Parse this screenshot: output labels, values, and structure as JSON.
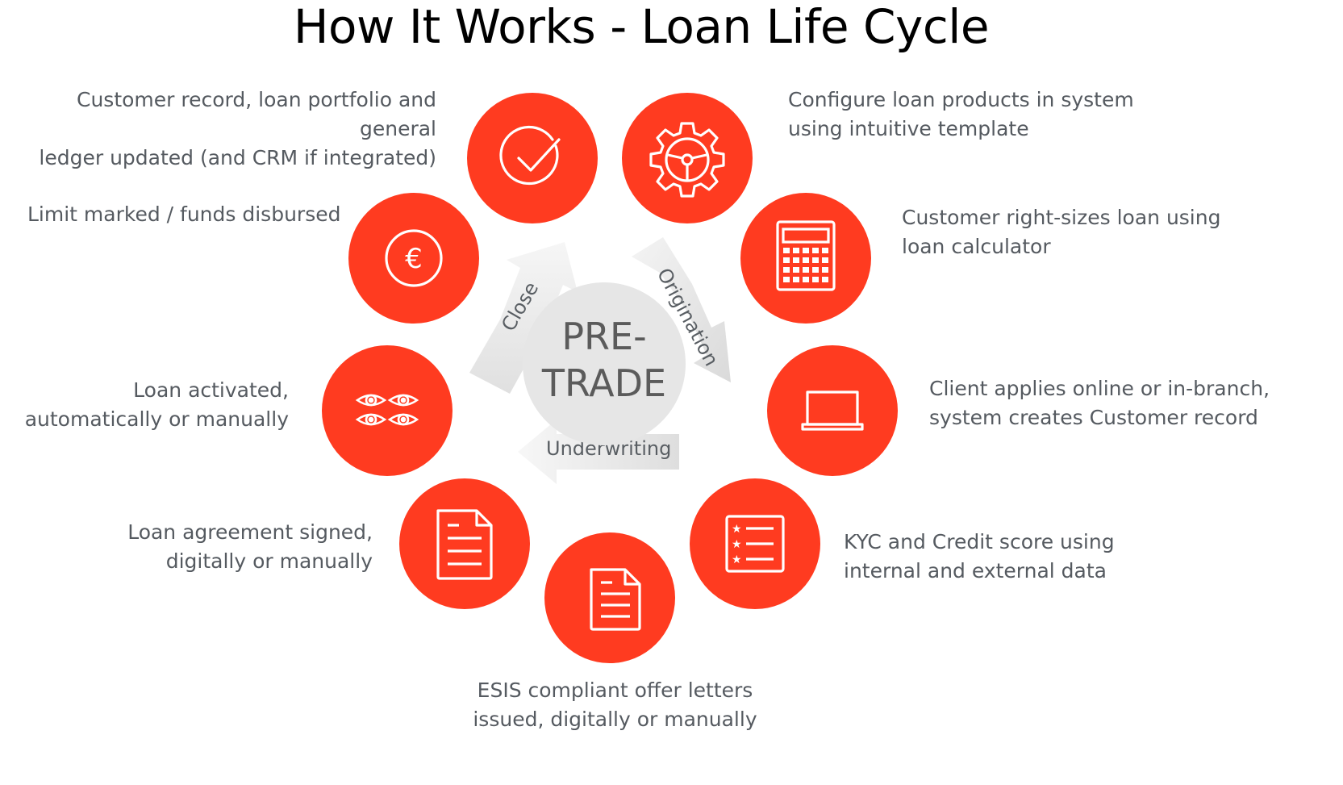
{
  "title": "How It Works - Loan Life Cycle",
  "hub": {
    "text": "PRE-\nTRADE"
  },
  "cycle_arrows": {
    "close": "Close",
    "origination": "Origination",
    "underwriting": "Underwriting"
  },
  "steps": [
    {
      "icon": "gear-icon",
      "text": "Configure loan products in system\nusing intuitive template"
    },
    {
      "icon": "calculator-icon",
      "text": "Customer right-sizes loan using\nloan calculator"
    },
    {
      "icon": "laptop-icon",
      "text": "Client applies online or in-branch,\nsystem creates Customer record"
    },
    {
      "icon": "checklist-icon",
      "text": "KYC and Credit score using\ninternal and external data"
    },
    {
      "icon": "document-icon",
      "text": "ESIS compliant offer letters\nissued, digitally or manually"
    },
    {
      "icon": "document-icon",
      "text": "Loan agreement signed,\ndigitally or manually"
    },
    {
      "icon": "eyes-icon",
      "text": "Loan activated,\nautomatically or manually"
    },
    {
      "icon": "euro-icon",
      "text": "Limit marked / funds disbursed"
    },
    {
      "icon": "checkmark-icon",
      "text": "Customer record, loan portfolio and general\nledger updated  (and CRM if integrated)"
    }
  ],
  "colors": {
    "circle": "#ff3b20",
    "hub": "#e6e6e6",
    "arrow": "#dcdcdc",
    "text": "#555a60"
  }
}
